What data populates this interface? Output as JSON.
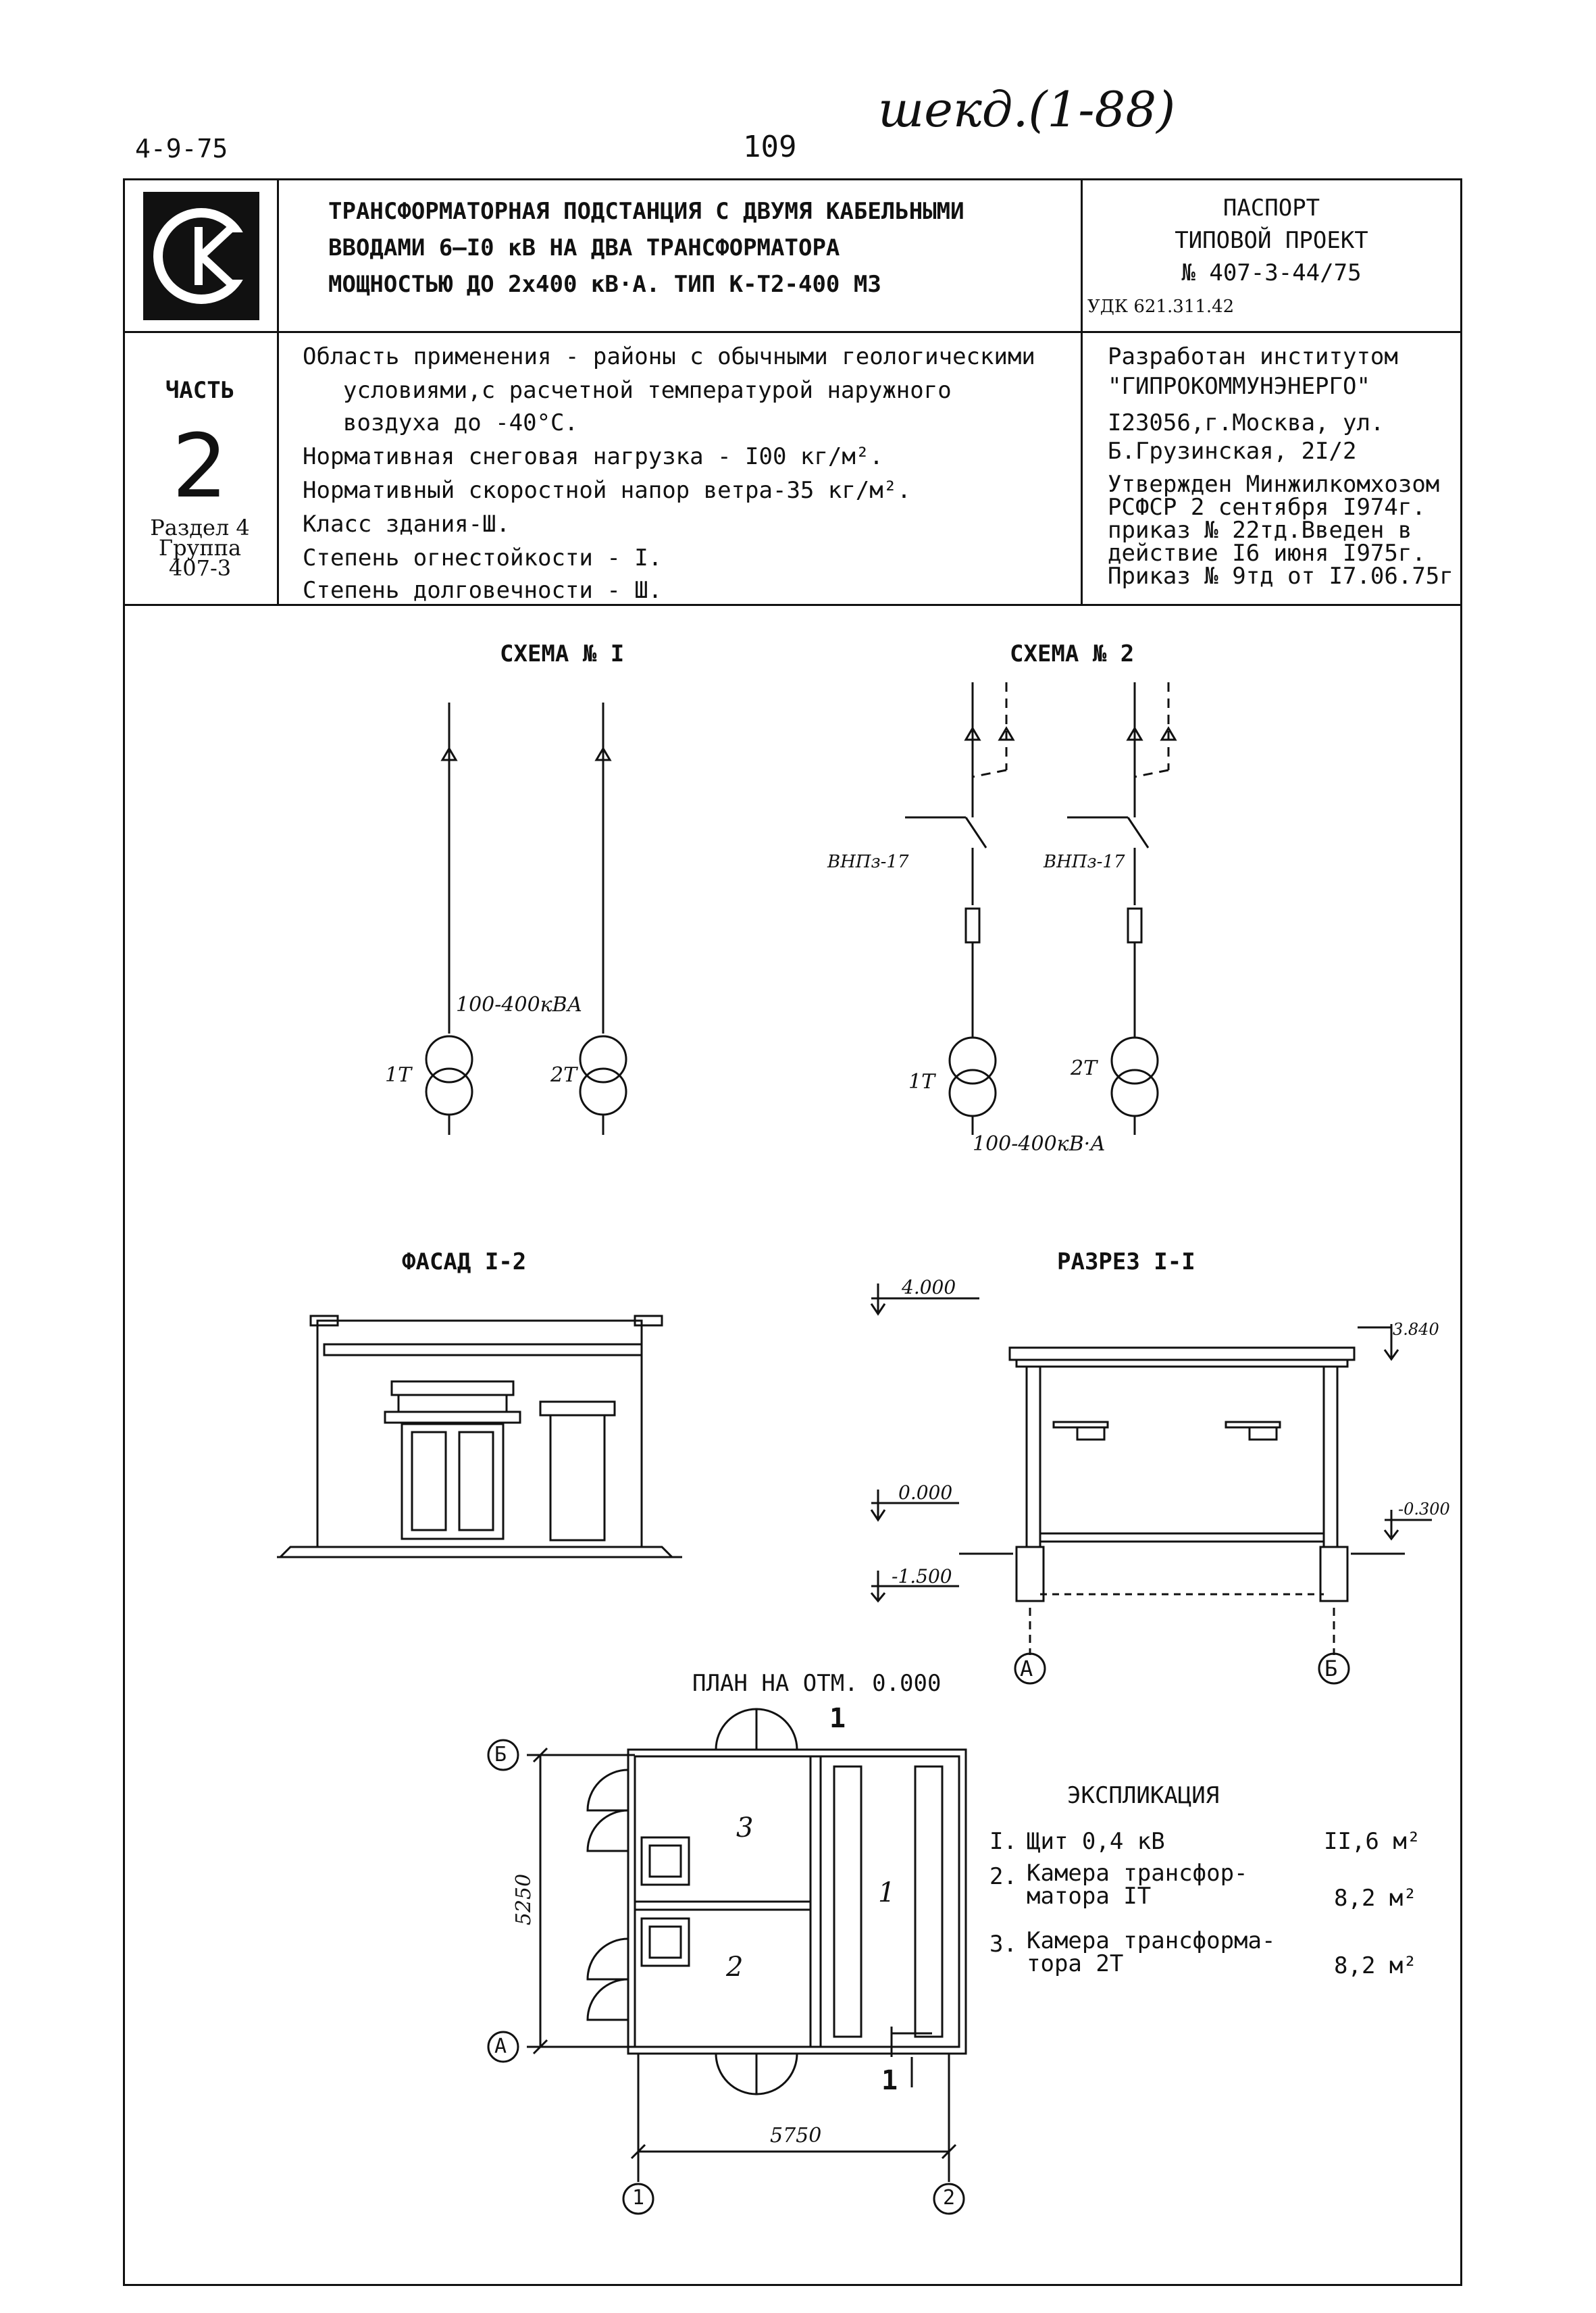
{
  "page": {
    "code": "4-9-75",
    "number": "109",
    "handwritten_note": "шекд.(1-88)"
  },
  "header": {
    "title_lines": [
      "ТРАНСФОРМАТОРНАЯ ПОДСТАНЦИЯ С ДВУМЯ КАБЕЛЬНЫМИ",
      "ВВОДАМИ 6–I0 кВ НА ДВА ТРАНСФОРМАТОРА",
      "МОЩНОСТЬЮ ДО 2x400 кВ·А. ТИП К-Т2-400 МЗ"
    ],
    "passport_lines": [
      "ПАСПОРТ",
      "ТИПОВОЙ ПРОЕКТ",
      "№ 407-3-44/75"
    ],
    "udk": "УДК 621.311.42"
  },
  "info": {
    "part_label": "ЧАСТЬ",
    "part_number": "2",
    "section_lines": [
      "Раздел 4",
      "Группа",
      "407-3"
    ],
    "spec_lines": [
      "Область применения - районы с обычными геологическими",
      "условиями,с расчетной температурой наружного",
      "воздуха до -40°С.",
      "Нормативная снеговая нагрузка - I00 кг/м².",
      "Нормативный скоростной напор ветра-35 кг/м².",
      "Класс здания-Ш.",
      "Степень огнестойкости - I.",
      "Степень долговечности - Ш."
    ],
    "developer_lines": [
      "Разработан институтом",
      "\"ГИПРОКОММУНЭНЕРГО\"",
      "I23056,г.Москва, ул.",
      "Б.Грузинская, 2I/2"
    ],
    "approval_lines": [
      "Утвержден Минжилкомхозом",
      "РСФСР 2 сентября I974г.",
      "приказ № 22тд.Введен в",
      "действие I6 июня I975г.",
      "Приказ № 9тд от I7.06.75г"
    ]
  },
  "drawings": {
    "scheme1_title": "СХЕМА № I",
    "scheme2_title": "СХЕМА № 2",
    "power_label": "100-400кВА",
    "power_label2": "100-400кВ·А",
    "t1": "1Т",
    "t2": "2Т",
    "switch_label": "ВНПз-17",
    "facade_title": "ФАСАД I-2",
    "section_title": "РАЗРЕЗ I-I",
    "elev_4000": "4.000",
    "elev_3840": "3.840",
    "elev_0000": "0.000",
    "elev_m0300": "-0.300",
    "elev_m1500": "-1.500",
    "axis_a": "А",
    "axis_b": "Б",
    "axis_1": "1",
    "axis_2": "2",
    "plan_title": "ПЛАН НА ОТМ. 0.000",
    "dim_5250": "5250",
    "dim_5750": "5750",
    "room1": "1",
    "room2": "2",
    "room3": "3",
    "cut_mark": "1"
  },
  "explication": {
    "title": "ЭКСПЛИКАЦИЯ",
    "items": [
      {
        "n": "I.",
        "name": "Щит 0,4 кВ",
        "area": "II,6 м²"
      },
      {
        "n": "2.",
        "name": "Камера трансфор-",
        "name2": "матора IТ",
        "area": "8,2 м²"
      },
      {
        "n": "3.",
        "name": "Камера трансформа-",
        "name2": "тора 2Т",
        "area": "8,2 м²"
      }
    ]
  }
}
